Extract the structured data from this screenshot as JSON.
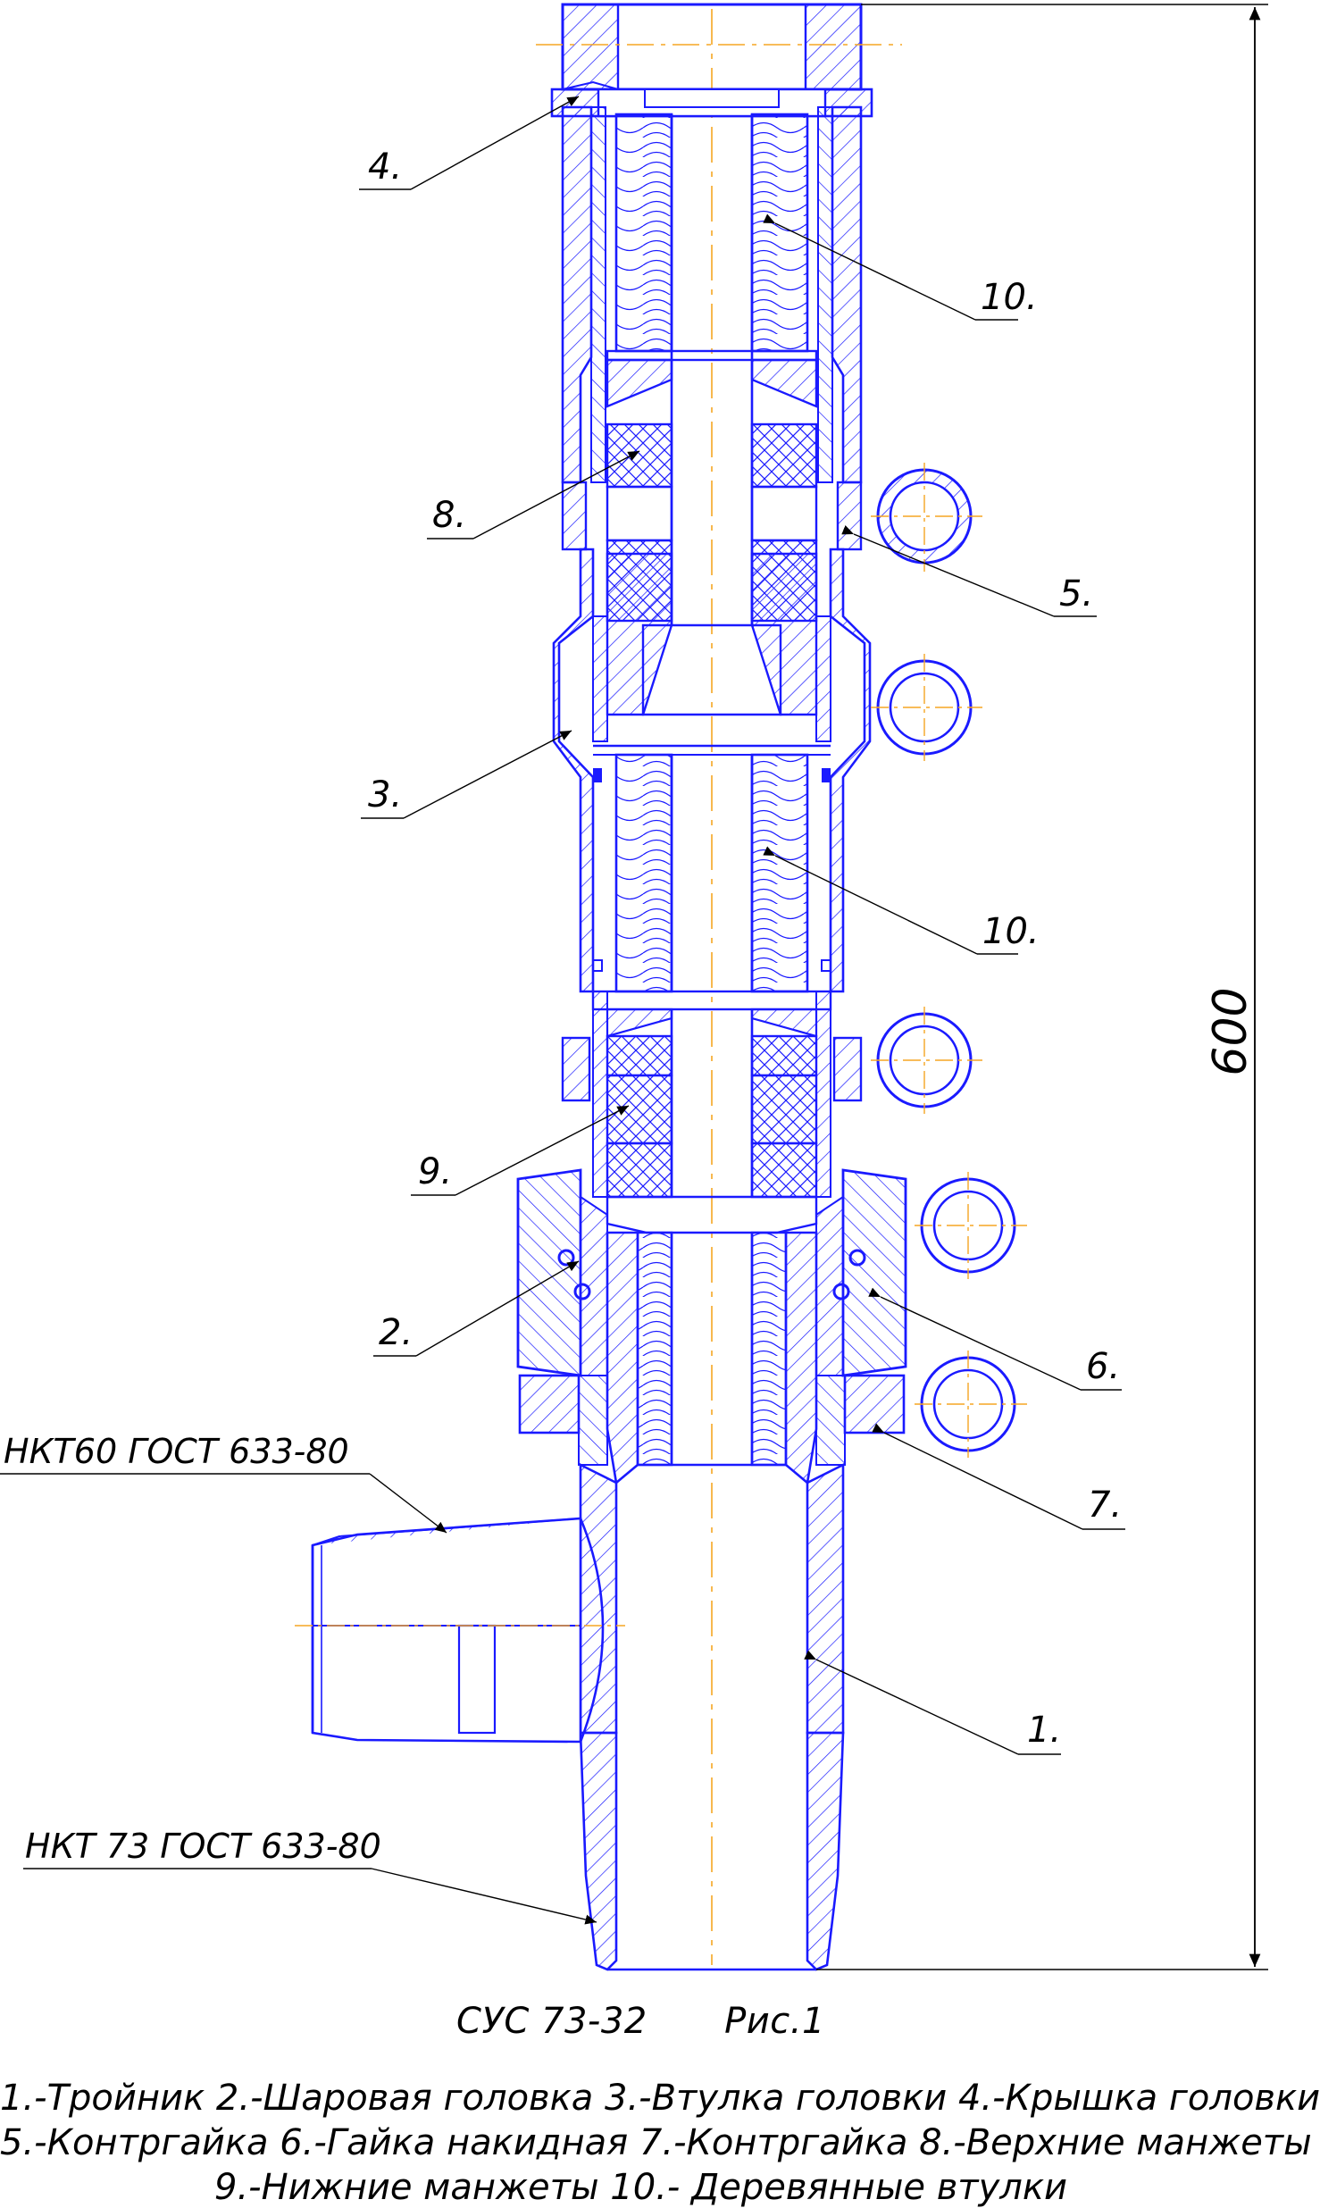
{
  "drawing": {
    "callouts": {
      "c4": "4.",
      "c10a": "10.",
      "c8": "8.",
      "c5": "5.",
      "c3": "3.",
      "c10b": "10.",
      "c9": "9.",
      "c2": "2.",
      "c6": "6.",
      "c7": "7.",
      "c1": "1."
    },
    "dimension": "600",
    "pipe_upper": "НКТ60 ГОСТ 633-80",
    "pipe_lower": "НКТ 73 ГОСТ 633-80"
  },
  "caption": {
    "model": "СУС 73-32",
    "figure": "Рис.1"
  },
  "legend": {
    "line1": "1.-Тройник 2.-Шаровая головка 3.-Втулка головки 4.-Крышка головки",
    "line2": "5.-Контргайка 6.-Гайка накидная 7.-Контргайка 8.-Верхние манжеты",
    "line3": "9.-Нижние манжеты 10.- Деревянные втулки"
  },
  "colors": {
    "outline": "#1a1aff",
    "centerline": "#f5a623",
    "leader": "#000000"
  }
}
